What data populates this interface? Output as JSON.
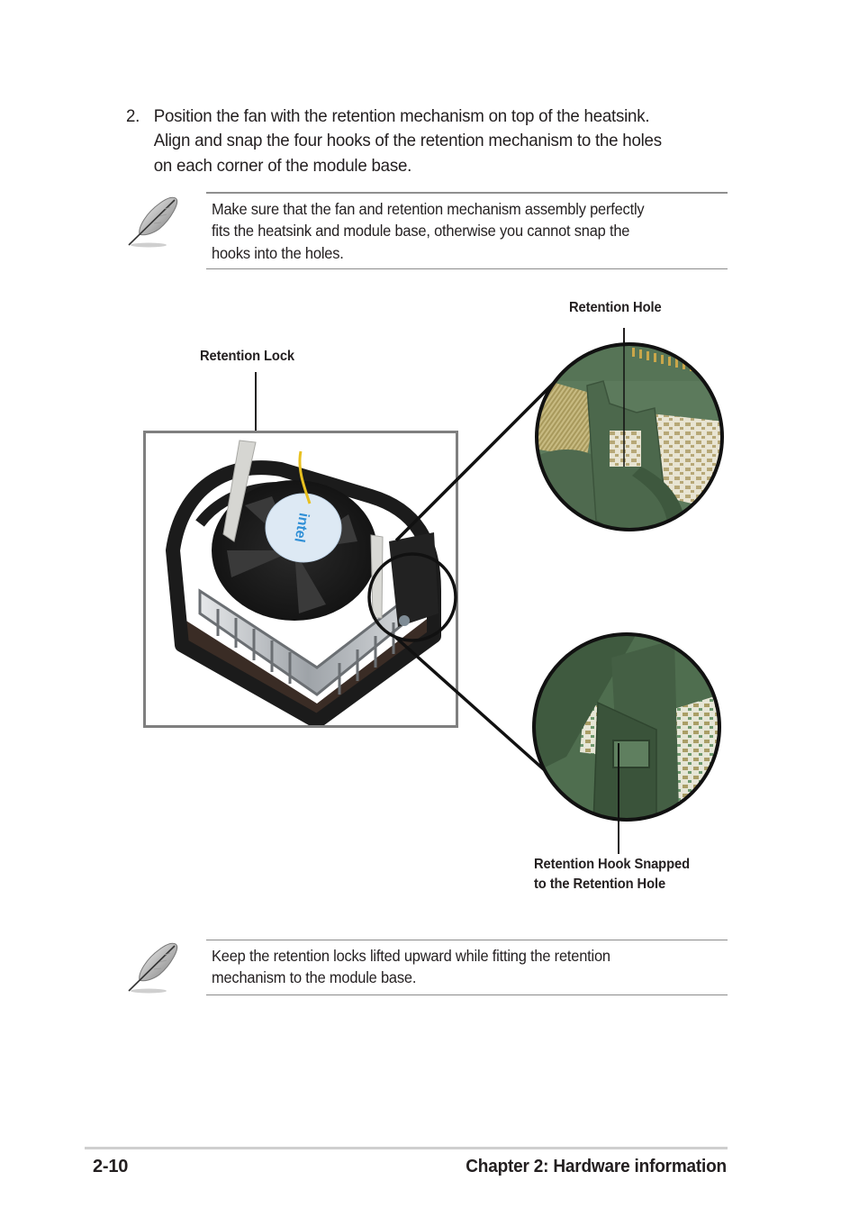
{
  "step": {
    "number": "2.",
    "lines": [
      "Position the fan with the retention mechanism on top of the heatsink.",
      "Align and snap the four hooks of the retention mechanism to the holes",
      "on each corner of the module base."
    ]
  },
  "notes": [
    {
      "icon": "feather-pen-icon",
      "lines": [
        "Make sure that the fan and retention mechanism assembly perfectly",
        "fits the heatsink and module base, otherwise you cannot snap the",
        "hooks into the holes."
      ]
    },
    {
      "icon": "feather-pen-icon",
      "lines": [
        "Keep the retention locks lifted upward while fitting the retention",
        "mechanism to the module base."
      ]
    }
  ],
  "figure": {
    "main_image": "cpu-fan-heatsink-with-retention-mechanism",
    "fan_label": "intel",
    "callouts": {
      "retention_lock": "Retention Lock",
      "retention_hole": "Retention Hole",
      "hook_snapped": [
        "Retention Hook Snapped",
        "to the Retention Hole"
      ]
    },
    "colors": {
      "frame": "#7f7f7f",
      "detail_green": "#4f6e4f",
      "pcb_gold": "#b7a877",
      "fan_label": "#dde9f4"
    }
  },
  "footer": {
    "page_number": "2-10",
    "chapter": "Chapter 2: Hardware information"
  }
}
